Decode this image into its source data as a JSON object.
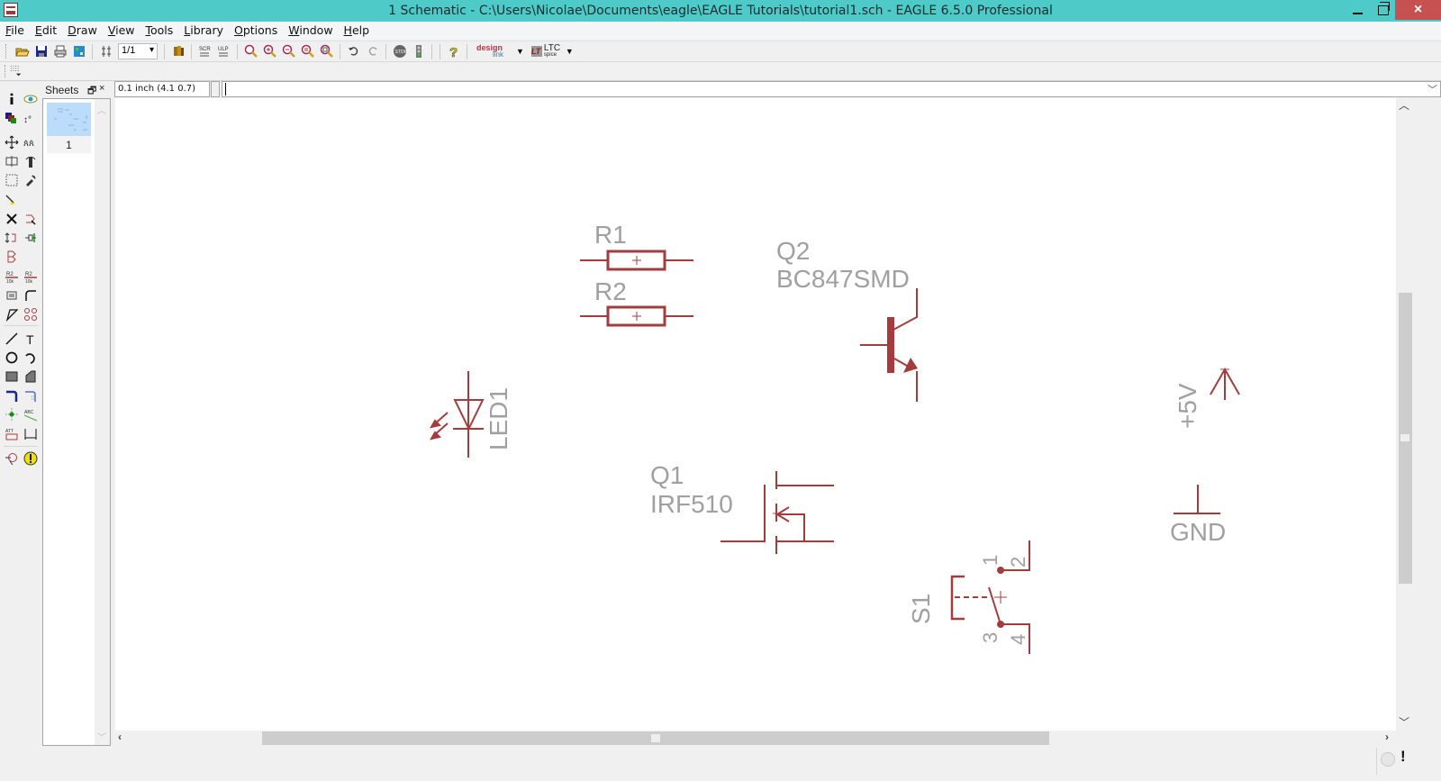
{
  "window": {
    "title": "1 Schematic - C:\\Users\\Nicolae\\Documents\\eagle\\EAGLE Tutorials\\tutorial1.sch - EAGLE 6.5.0 Professional",
    "minimize": "minimize",
    "maximize": "restore",
    "close": "×"
  },
  "menu": {
    "items": [
      {
        "label": "File",
        "accel": "F"
      },
      {
        "label": "Edit",
        "accel": "E"
      },
      {
        "label": "Draw",
        "accel": "D"
      },
      {
        "label": "View",
        "accel": "V"
      },
      {
        "label": "Tools",
        "accel": "T"
      },
      {
        "label": "Library",
        "accel": "L"
      },
      {
        "label": "Options",
        "accel": "O"
      },
      {
        "label": "Window",
        "accel": "W"
      },
      {
        "label": "Help",
        "accel": "H"
      }
    ]
  },
  "toolbar": {
    "sheet_select": "1/1",
    "designlink_top": "design",
    "designlink_bottom": "link",
    "ltc_top": "LTC",
    "ltc_bottom": "spice",
    "icons": [
      "open-icon",
      "save-icon",
      "print-icon",
      "cam-icon",
      "board-switch-icon",
      "sheet-combo",
      "use-library-icon",
      "script-icon",
      "run-ulp-icon",
      "zoom-fit-icon",
      "zoom-in-icon",
      "zoom-out-icon",
      "zoom-redraw-icon",
      "zoom-select-icon",
      "undo-icon",
      "redo-icon",
      "stop-icon",
      "go-icon",
      "help-icon",
      "designlink-icon",
      "ltspice-icon"
    ]
  },
  "sheets_panel": {
    "title": "Sheets",
    "float_btn": "🗗",
    "close_btn": "×",
    "sheets": [
      {
        "number": "1"
      }
    ]
  },
  "command_line": {
    "grid_info": "0.1 inch (4.1 0.7)",
    "value": ""
  },
  "left_tools": [
    "info-icon",
    "show-icon",
    "display-layers-icon",
    "mark-icon",
    "move-icon",
    "copy-icon",
    "mirror-icon",
    "rotate-icon",
    "group-icon",
    "change-icon",
    "paste-icon",
    "delete-icon",
    "add-icon",
    "pinswap-icon",
    "gateswap-icon",
    "replace-icon",
    "name-icon",
    "value-icon",
    "smash-icon",
    "miter-icon",
    "split-icon",
    "invoke-icon",
    "wire-icon",
    "text-icon",
    "circle-icon",
    "arc-icon",
    "rect-icon",
    "polygon-icon",
    "bus-icon",
    "net-icon",
    "junction-icon",
    "label-icon",
    "attribute-icon",
    "dimension-icon",
    "erc-icon",
    "errors-icon"
  ],
  "schematic": {
    "line_color": "#a33c3c",
    "text_color": "#a0a0a0",
    "parts": [
      {
        "name": "R1",
        "value": ""
      },
      {
        "name": "R2",
        "value": ""
      },
      {
        "name": "Q2",
        "value": "BC847SMD"
      },
      {
        "name": "LED1",
        "value": ""
      },
      {
        "name": "Q1",
        "value": "IRF510"
      },
      {
        "name": "S1",
        "value": "",
        "pins": [
          "1",
          "2",
          "3",
          "4"
        ]
      },
      {
        "name": "+5V",
        "value": ""
      },
      {
        "name": "GND",
        "value": ""
      }
    ]
  },
  "statusbar": {
    "text": "",
    "indicator": "!"
  }
}
